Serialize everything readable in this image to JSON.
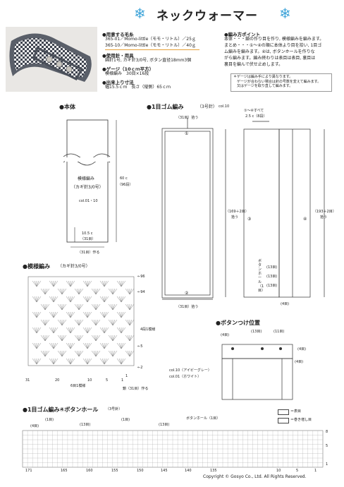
{
  "header": {
    "title": "ネックウォーマー"
  },
  "materials": {
    "title": "●用意する毛糸",
    "line1": "365-01／Momo-little（モモ・リトル）／25ｇ",
    "line2": "365-10／Momo-little（モモ・リトル）／40ｇ"
  },
  "tools": {
    "title": "●使用針・用具",
    "line": "綿針1号, カギ針3/0号, ボタン直径18mm3個"
  },
  "gauge": {
    "title": "●ゲージ（10ｃｍ平方）",
    "line": "模様編み　30目×16段"
  },
  "size": {
    "title": "●出来上り寸法",
    "line": "幅15.5ｃｍ　長さ（縦側）65ｃｍ"
  },
  "points": {
    "title": "●編み方ポイント",
    "lines": [
      "本体・・・鎖の作り目を作り, 模様編みを編みます。",
      "まとめ・・・①〜④の順に本体より目を拾い, 1目ゴ",
      "ム編みを編みます。④は, ボタンホールを作りな",
      "がら編みます。編み終わりは表目は表目, 裏目は",
      "裏目を編んで伏せ止めします。"
    ],
    "notes": [
      "＊ゲージは編み手により異なります。",
      "　ゲージが合わない場合は針の号数を変えて編みます。",
      "　又はゲージを取り直して編みます。"
    ]
  },
  "body_diagram": {
    "title": "●本体",
    "pattern_label": "模様編み",
    "hook_label": "（カギ針3/0号）",
    "color_label": "col.01・10",
    "height": "60 c",
    "height_rows": "（96段）",
    "width": "10.5 c",
    "width_sts": "（31目）",
    "foundation": "（31目）作る"
  },
  "rib_diagram": {
    "title": "●1目ゴム編み",
    "needle": "（3号針）",
    "color": "col.10",
    "top_pick": "（31目）拾う",
    "bottom_pick": "（31目）拾う",
    "side_left": "（169＋2目）",
    "side_left2": "拾う",
    "side_right": "（193＋2目）",
    "side_right2": "拾う",
    "all_note": "①〜④すべて",
    "all_note2": "2.5 c（8段）",
    "n1": "①",
    "n2": "②",
    "n3": "③",
    "n4": "④",
    "buttonhole": "ボタンホール（1目）",
    "r13a": "(13目)",
    "r13b": "(13目)",
    "r13c": "(13目)",
    "r4": "(4目)"
  },
  "pattern_chart": {
    "title": "●模様編み",
    "hook": "（カギ針3/0号）",
    "row96": "←96",
    "row94": "←94",
    "rep4": "4段1模様",
    "row5": "←5",
    "row2": "←2",
    "row1": "1",
    "colA": "col.10（アイビーグレー）",
    "colB": "col.01（ホワイト）",
    "rep6": "6目1模様",
    "foundation": "鎖（31目）作る",
    "xticks": [
      "31",
      "20",
      "10",
      "5",
      "1"
    ]
  },
  "button_pos": {
    "title": "●ボタンつけ位置",
    "a": "(4目)",
    "b": "(13目)",
    "c": "(11目)",
    "d": "(4目)",
    "e": "(4目)"
  },
  "bottom_chart": {
    "title": "●1目ゴム編み④ボタンホール",
    "needle": "（3号針）",
    "l4": "(4目)",
    "l1a": "(1目)",
    "l13a": "(13目)",
    "l1b": "(1目)",
    "l13b": "(13目)",
    "buttonhole": "ボタンホール（1目）",
    "legend1": "＝表目",
    "legend2": "＝巻き増し目",
    "xticks": [
      "171",
      "165",
      "160",
      "155",
      "150",
      "145",
      "140",
      "135",
      "10",
      "5",
      "1"
    ],
    "yticks": [
      "8",
      "5",
      "1"
    ]
  },
  "footer": {
    "copyright": "Copyright ©  Gosyo Co., Ltd. All Rights Reserved."
  }
}
